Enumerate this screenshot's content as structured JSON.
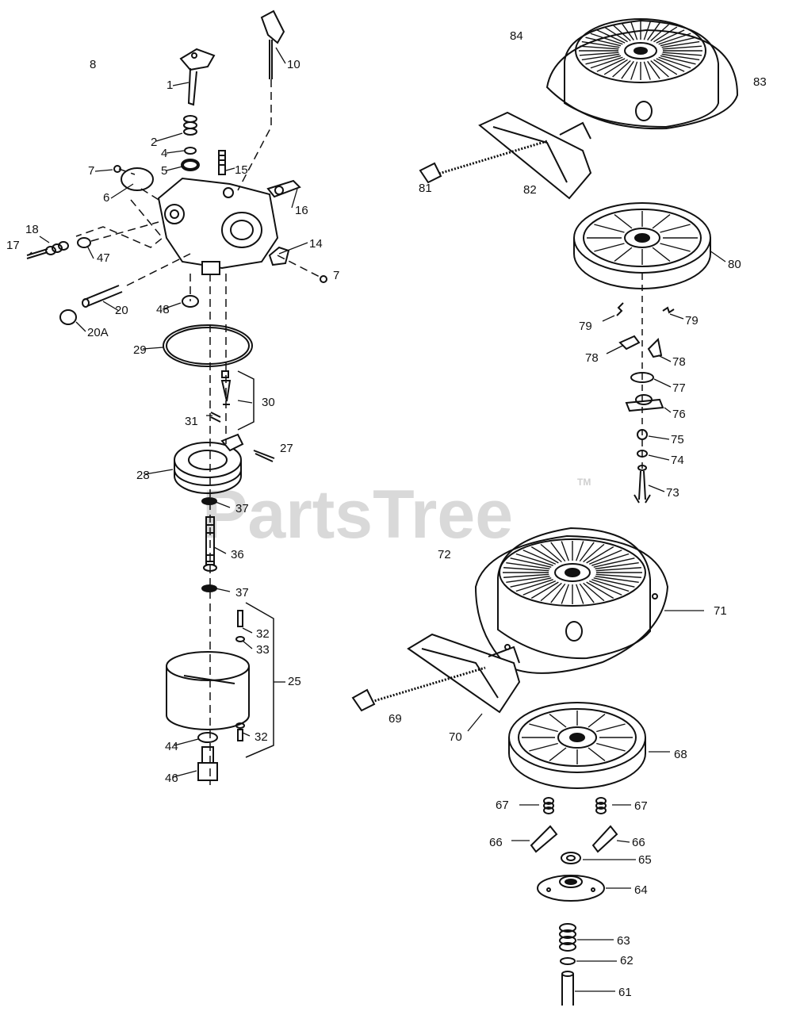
{
  "watermark": {
    "text": "PartsTree",
    "mark": "TM",
    "color": "#d9d9d9"
  },
  "left_assembly": {
    "group_label": "8",
    "callouts": [
      "1",
      "2",
      "4",
      "5",
      "6",
      "7",
      "10",
      "15",
      "16",
      "14",
      "7",
      "17",
      "18",
      "47",
      "20",
      "20A",
      "48",
      "29",
      "30",
      "31",
      "27",
      "28",
      "37",
      "36",
      "37",
      "32",
      "33",
      "25",
      "44",
      "32",
      "46"
    ]
  },
  "right_upper_assembly": {
    "callouts": [
      "84",
      "83",
      "81",
      "82",
      "80",
      "79",
      "79",
      "78",
      "78",
      "77",
      "76",
      "75",
      "74",
      "73"
    ]
  },
  "right_lower_assembly": {
    "callouts": [
      "72",
      "71",
      "69",
      "70",
      "68",
      "67",
      "67",
      "66",
      "66",
      "65",
      "64",
      "63",
      "62",
      "61"
    ]
  }
}
